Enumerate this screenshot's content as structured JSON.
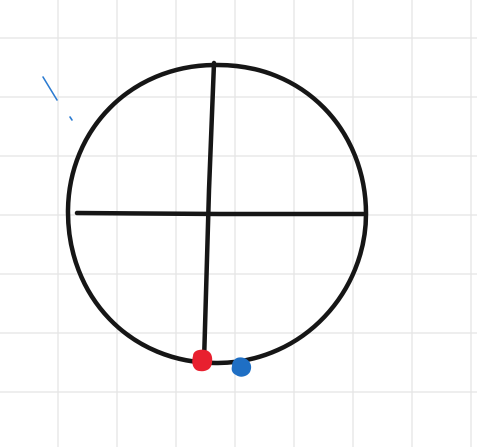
{
  "canvas": {
    "background": "#ffffff",
    "grid_color": "#e4e4e4",
    "grid": true
  },
  "drawing": {
    "ink_color": "#161616",
    "shapes": [
      {
        "name": "circle-outline",
        "type": "circle"
      },
      {
        "name": "vertical-diameter-line",
        "type": "line"
      },
      {
        "name": "horizontal-diameter-line",
        "type": "line"
      }
    ],
    "markers": [
      {
        "name": "red-point-marker",
        "color": "#e8202f"
      },
      {
        "name": "blue-point-marker",
        "color": "#1f6fc4"
      }
    ],
    "stray_strokes": [
      {
        "name": "stray-blue-stroke",
        "color": "#2b7bd1"
      }
    ]
  }
}
